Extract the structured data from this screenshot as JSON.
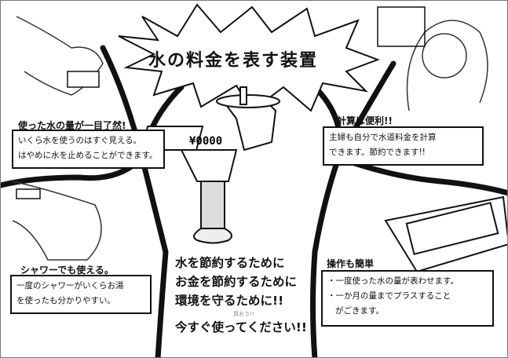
{
  "title": "水の料金を表す装置",
  "panels": {
    "top_left": {
      "heading": "使った水の量が一目了然!",
      "lines": [
        "いくら水を使うのはすぐ見える。",
        "はやめに水を止めることができます。"
      ]
    },
    "top_right": {
      "heading": "計算は便利!!",
      "lines": [
        "主婦も自分で水道料金を計算",
        "できます。節約できます!!"
      ]
    },
    "bottom_left": {
      "heading": "シャワーでも使える。",
      "lines": [
        "一度のシャワーがいくらお湯",
        "を使ったも分かりやすい。"
      ]
    },
    "bottom_right": {
      "heading": "操作も簡単",
      "lines": [
        "・一度使った水の量が表わせます。",
        "・一か月の量までプラスすること",
        "がごきます。"
      ]
    }
  },
  "slogan": {
    "lines": [
      "水を節約するために",
      "お金を節約するために",
      "環境を守るために!!",
      "今すぐ使ってください!!"
    ],
    "annotation": "買おう!!"
  },
  "meter_display": "¥0000"
}
